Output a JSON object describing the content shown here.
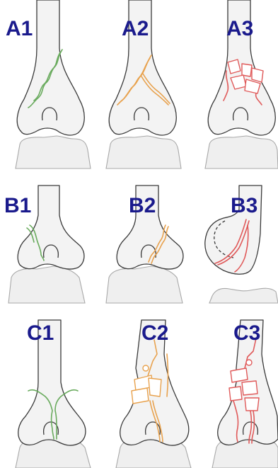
{
  "figure": {
    "label_color": "#1a1a8c",
    "panels": [
      {
        "label": "A1",
        "color": "#6aab5e"
      },
      {
        "label": "A2",
        "color": "#e8a24e"
      },
      {
        "label": "A3",
        "color": "#e05a5a"
      },
      {
        "label": "B1",
        "color": "#6aab5e"
      },
      {
        "label": "B2",
        "color": "#e8a24e"
      },
      {
        "label": "B3",
        "color": "#e05a5a"
      },
      {
        "label": "C1",
        "color": "#6aab5e"
      },
      {
        "label": "C2",
        "color": "#e8a24e"
      },
      {
        "label": "C3",
        "color": "#e05a5a"
      }
    ]
  }
}
